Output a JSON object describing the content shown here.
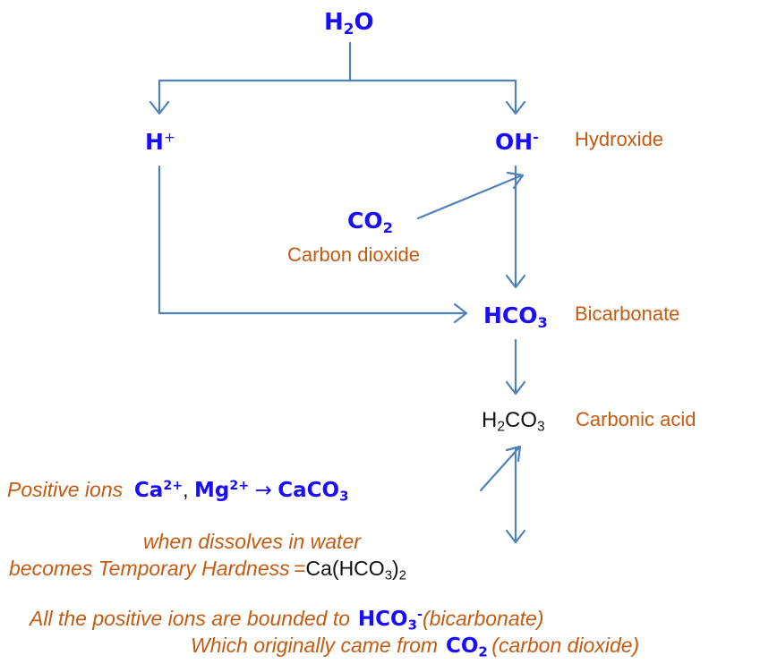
{
  "colors": {
    "formula": "#1a0dff",
    "label": "#c55a11",
    "arrow": "#4f81bd",
    "text": "#111111"
  },
  "nodes": {
    "water": {
      "base": "H",
      "sub": "2",
      "tail": "O"
    },
    "proton": {
      "base": "H",
      "sup": "+"
    },
    "hydroxide": {
      "base": "OH",
      "sup": "-",
      "name": "Hydroxide"
    },
    "co2": {
      "base": "CO",
      "sub": "2",
      "name": "Carbon dioxide"
    },
    "bicarbonate": {
      "base": "HCO",
      "sub": "3",
      "name": "Bicarbonate"
    },
    "carbonic": {
      "a": "H",
      "sub1": "2",
      "b": "CO",
      "sub2": "3",
      "name": "Carbonic acid"
    }
  },
  "positive_line": {
    "prefix": "Positive ions",
    "ca": "Ca",
    "ca_sup": "2+",
    "sep": ", ",
    "mg": "Mg",
    "mg_sup": "2+",
    "arrow": "→",
    "caco": "CaCO",
    "caco_sub": "3"
  },
  "hardness": {
    "line1": "when dissolves in water",
    "line2": "becomes Temporary Hardness",
    "eq": "=",
    "f1": "Ca(HCO",
    "f1_sub": "3",
    "f2": ")",
    "f2_sub": "2"
  },
  "footer": {
    "line1_prefix": "All the positive ions are bounded to",
    "line1_formula": "HCO",
    "line1_sub": "3",
    "line1_sup": "-",
    "line1_suffix": "(bicarbonate)",
    "line2_prefix": "Which originally came from",
    "line2_formula": "CO",
    "line2_sub": "2",
    "line2_suffix": "(carbon dioxide)"
  }
}
